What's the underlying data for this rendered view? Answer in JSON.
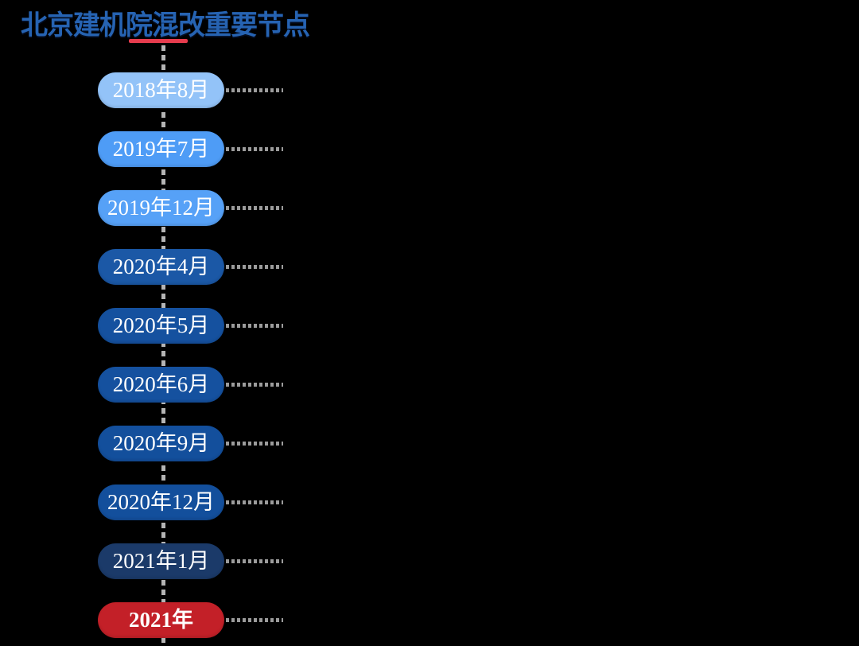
{
  "header": {
    "title": "北京建机院混改重要节点",
    "title_color": "#2663b2",
    "underline_color": "#e73c4e"
  },
  "timeline": {
    "line_color": "#b5b5b5",
    "connector_color": "#9c9c9c",
    "text_color": "#ffffff",
    "items": [
      {
        "label": "2018年8月",
        "color": "#93c3f8",
        "bold": false
      },
      {
        "label": "2019年7月",
        "color": "#4e9cf6",
        "bold": false
      },
      {
        "label": "2019年12月",
        "color": "#56a1f7",
        "bold": false
      },
      {
        "label": "2020年4月",
        "color": "#1b58a6",
        "bold": false
      },
      {
        "label": "2020年5月",
        "color": "#15519f",
        "bold": false
      },
      {
        "label": "2020年6月",
        "color": "#15519f",
        "bold": false
      },
      {
        "label": "2020年9月",
        "color": "#134f9c",
        "bold": false
      },
      {
        "label": "2020年12月",
        "color": "#134f9c",
        "bold": false
      },
      {
        "label": "2021年1月",
        "color": "#1b3a69",
        "bold": false
      },
      {
        "label": "2021年",
        "color": "#c32028",
        "bold": true
      }
    ]
  }
}
